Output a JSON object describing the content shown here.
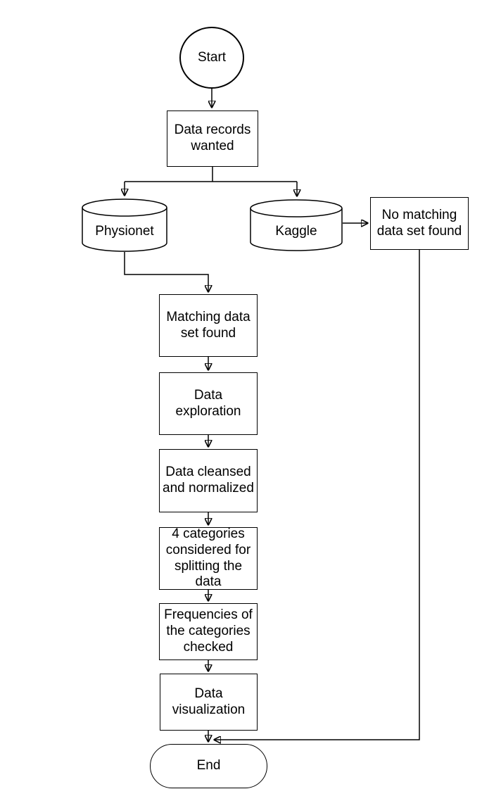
{
  "diagram": {
    "type": "flowchart",
    "background_color": "#ffffff",
    "shape_fill_color": "#ffffff",
    "stroke_color": "#000000",
    "text_color": "#000000",
    "nodes": {
      "start": {
        "label": "Start",
        "shape": "circle"
      },
      "data_records_wanted": {
        "label": "Data records\nwanted",
        "shape": "rectangle"
      },
      "physionet": {
        "label": "Physionet",
        "shape": "database-cylinder"
      },
      "kaggle": {
        "label": "Kaggle",
        "shape": "database-cylinder"
      },
      "no_matching_data_set_found": {
        "label": "No matching\ndata set found",
        "shape": "rectangle"
      },
      "matching_data_set_found": {
        "label": "Matching data\nset found",
        "shape": "rectangle"
      },
      "data_exploration": {
        "label": "Data exploration",
        "shape": "rectangle"
      },
      "data_cleansed_and_normalized": {
        "label": "Data cleansed\nand normalized",
        "shape": "rectangle"
      },
      "four_categories_considered": {
        "label": "4 categories\nconsidered for\nsplitting the data",
        "shape": "rectangle"
      },
      "frequencies_of_categories_checked": {
        "label": "Frequencies of\nthe categories\nchecked",
        "shape": "rectangle"
      },
      "data_visualization": {
        "label": "Data\nvisualization",
        "shape": "rectangle"
      },
      "end": {
        "label": "End",
        "shape": "terminator"
      }
    },
    "edges": [
      {
        "from": "Start",
        "to": "Data records wanted"
      },
      {
        "from": "Data records wanted",
        "to": "Physionet"
      },
      {
        "from": "Data records wanted",
        "to": "Kaggle"
      },
      {
        "from": "Kaggle",
        "to": "No matching data set found"
      },
      {
        "from": "Physionet",
        "to": "Matching data set found"
      },
      {
        "from": "Matching data set found",
        "to": "Data exploration"
      },
      {
        "from": "Data exploration",
        "to": "Data cleansed and normalized"
      },
      {
        "from": "Data cleansed and normalized",
        "to": "4 categories considered for splitting the data"
      },
      {
        "from": "4 categories considered for splitting the data",
        "to": "Frequencies of the categories checked"
      },
      {
        "from": "Frequencies of the categories checked",
        "to": "Data visualization"
      },
      {
        "from": "Data visualization",
        "to": "End"
      },
      {
        "from": "No matching data set found",
        "to": "End"
      }
    ]
  }
}
